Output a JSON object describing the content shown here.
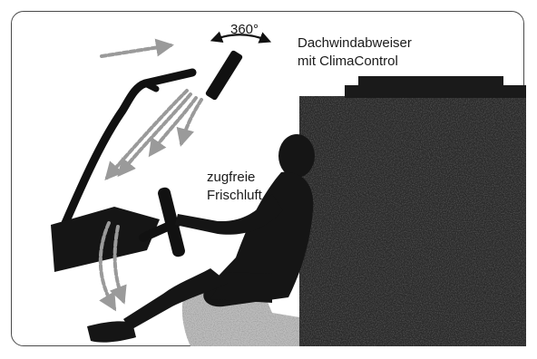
{
  "rotation_label": "360°",
  "deflector_label": {
    "line1": "Dachwindabweiser",
    "line2": "mit ClimaControl"
  },
  "airflow_label": {
    "line1": "zugfreie",
    "line2": "Frischluft"
  }
}
